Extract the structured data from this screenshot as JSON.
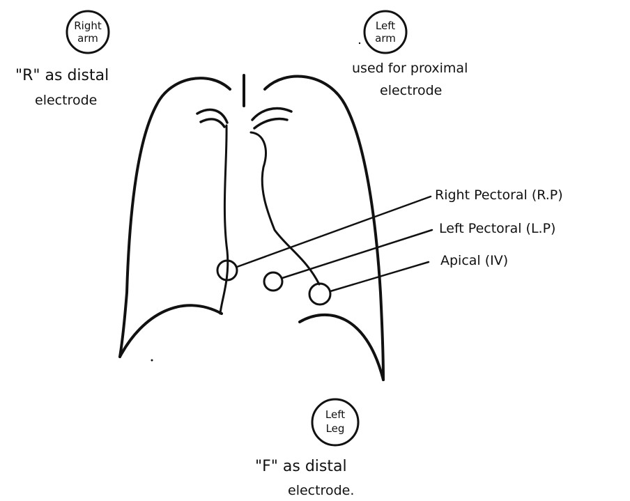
{
  "limb_circles": {
    "right_arm": {
      "line1": "Right",
      "line2": "arm"
    },
    "left_arm": {
      "line1": "Left",
      "line2": "arm"
    },
    "left_leg": {
      "line1": "Left",
      "line2": "Leg"
    }
  },
  "notes": {
    "right_arm": {
      "line1": "\"R\" as distal",
      "line2": "electrode"
    },
    "left_arm": {
      "line1": "used for proximal",
      "line2": "electrode"
    },
    "left_leg": {
      "line1": "\"F\" as distal",
      "line2": "electrode."
    }
  },
  "electrode_labels": {
    "right_pectoral": "Right Pectoral (R.P)",
    "left_pectoral": "Left Pectoral (L.P)",
    "apical": "Apical (IV)"
  }
}
